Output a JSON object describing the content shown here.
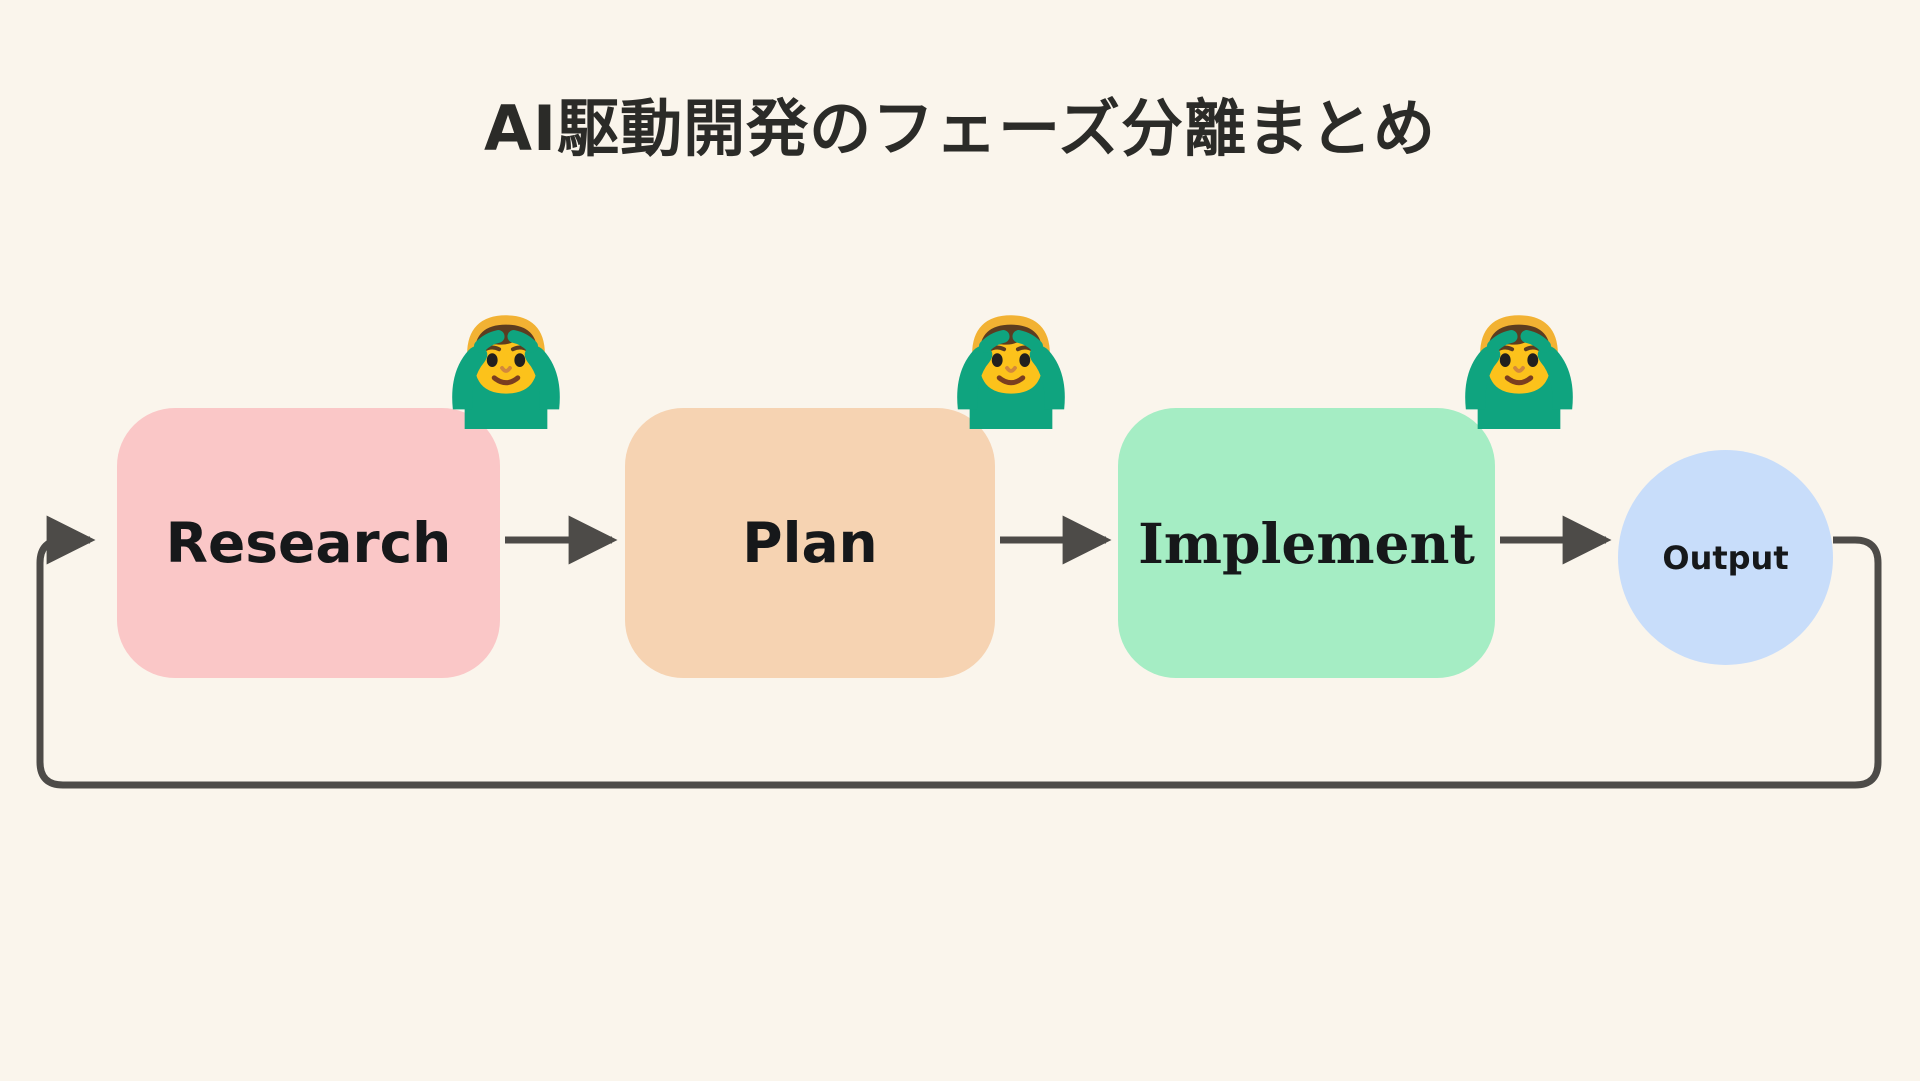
{
  "page": {
    "title": "AI駆動開発のフェーズ分離まとめ",
    "background_color": "#FAF5EC",
    "title_color": "#2B2B28"
  },
  "diagram": {
    "type": "flowchart",
    "orientation": "left-to-right",
    "nodes": [
      {
        "id": "research",
        "label": "Research",
        "shape": "rounded-rectangle",
        "fill": "#FAC7C7",
        "emoji": "man-gesturing-ok-emoji"
      },
      {
        "id": "plan",
        "label": "Plan",
        "shape": "rounded-rectangle",
        "fill": "#F6D3B2",
        "emoji": "man-gesturing-ok-emoji"
      },
      {
        "id": "implement",
        "label": "Implement",
        "shape": "rounded-rectangle",
        "fill": "#A5EDC4",
        "emoji": "man-gesturing-ok-emoji"
      },
      {
        "id": "output",
        "label": "Output",
        "shape": "circle",
        "fill": "#C8DDFA",
        "emoji": null
      }
    ],
    "edges": [
      {
        "from": "research",
        "to": "plan",
        "style": "arrow"
      },
      {
        "from": "plan",
        "to": "implement",
        "style": "arrow"
      },
      {
        "from": "implement",
        "to": "output",
        "style": "arrow"
      },
      {
        "from": "output",
        "to": "research",
        "style": "feedback-loop-arrow"
      }
    ],
    "edge_color": "#4D4B48"
  }
}
